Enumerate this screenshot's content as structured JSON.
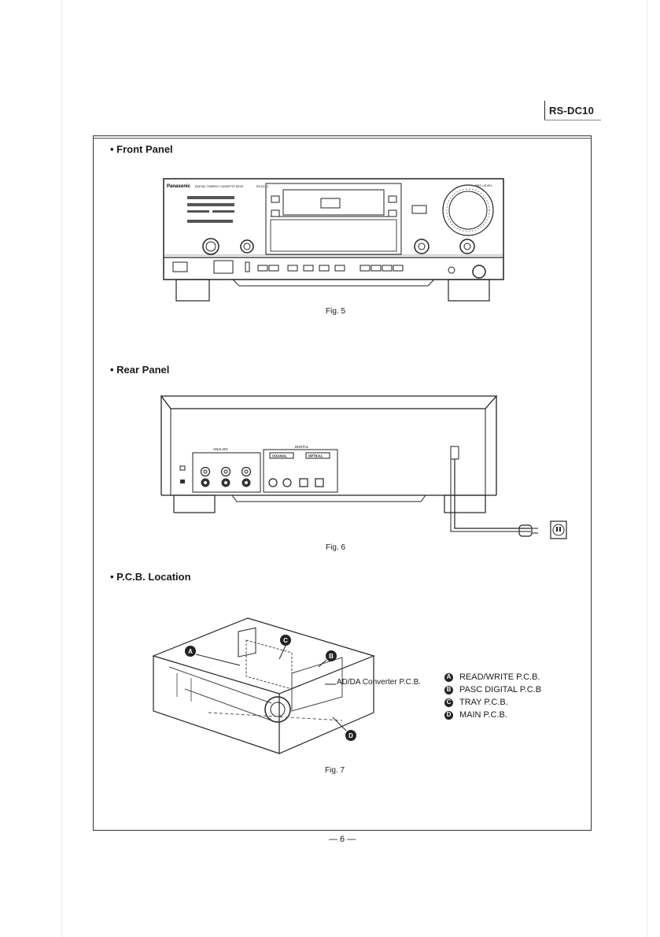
{
  "header": {
    "model": "RS-DC10"
  },
  "sections": {
    "front": {
      "heading": "• Front Panel",
      "figure": "Fig. 5"
    },
    "rear": {
      "heading": "• Rear Panel",
      "figure": "Fig. 6"
    },
    "pcb": {
      "heading": "• P.C.B. Location",
      "figure": "Fig. 7"
    }
  },
  "front_panel": {
    "brand": "Panasonic",
    "product_line": "DIGITAL COMPACT CASSETTE DECK",
    "model": "RS-DC10",
    "rec_level": "REC LEVEL"
  },
  "rear_panel": {
    "analog_label": "ANALOG",
    "digital_label": "DIGITAL",
    "coaxial_label": "COAXIAL",
    "optical_label": "OPTICAL"
  },
  "pcb_location": {
    "converter_callout": "AD/DA Converter P.C.B.",
    "markers": [
      "A",
      "B",
      "C",
      "D"
    ],
    "legend": [
      {
        "marker": "A",
        "label": "READ/WRITE P.C.B."
      },
      {
        "marker": "B",
        "label": "PASC DIGITAL P.C.B"
      },
      {
        "marker": "C",
        "label": "TRAY P.C.B."
      },
      {
        "marker": "D",
        "label": "MAIN P.C.B."
      }
    ]
  },
  "footer": {
    "page": "— 6 —"
  }
}
